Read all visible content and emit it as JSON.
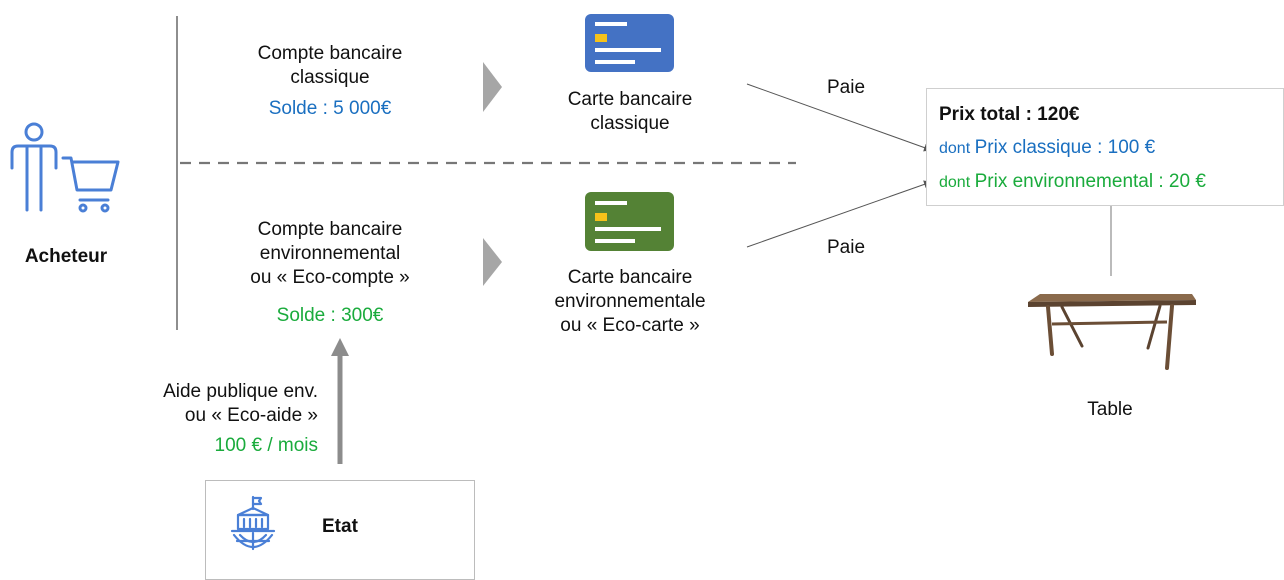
{
  "buyer": {
    "label": "Acheteur",
    "icon": "person-cart-icon"
  },
  "classic_account": {
    "title_line1": "Compte bancaire",
    "title_line2": "classique",
    "balance": "Solde : 5 000€"
  },
  "eco_account": {
    "title_line1": "Compte bancaire",
    "title_line2": "environnemental",
    "title_line3": "ou « Eco-compte »",
    "balance": "Solde : 300€"
  },
  "classic_card": {
    "label_line1": "Carte bancaire",
    "label_line2": "classique",
    "color": "#4472c4"
  },
  "eco_card": {
    "label_line1": "Carte bancaire",
    "label_line2": "environnementale",
    "label_line3": "ou « Eco-carte »",
    "color": "#548235"
  },
  "payment": {
    "label_top": "Paie",
    "label_bottom": "Paie"
  },
  "price": {
    "total": "Prix total : 120€",
    "classic_prefix": "dont",
    "classic": "Prix classique : 100 €",
    "env_prefix": "dont",
    "env": "Prix environnemental : 20 €"
  },
  "product": {
    "label": "Table",
    "icon": "table-icon"
  },
  "aid": {
    "line1": "Aide publique env.",
    "line2": "ou « Eco-aide »",
    "amount": "100 € / mois"
  },
  "state": {
    "label": "Etat",
    "icon": "government-building-icon"
  },
  "colors": {
    "blue": "#1a6fc0",
    "green": "#1aab3c",
    "icon_blue": "#4a7fd6"
  }
}
